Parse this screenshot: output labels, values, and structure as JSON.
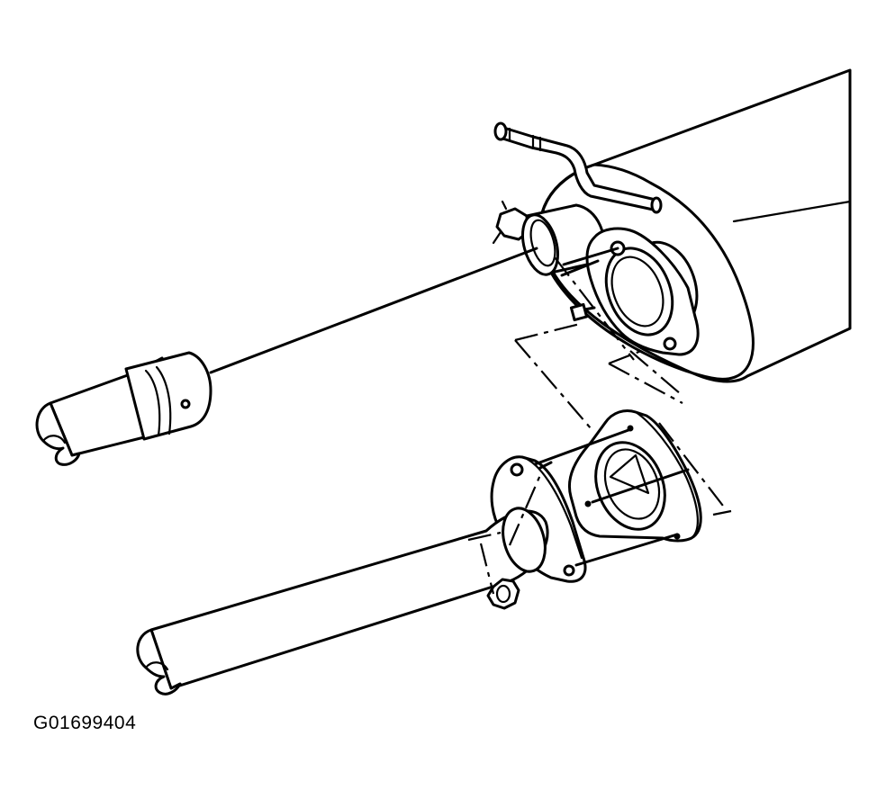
{
  "figure": {
    "code": "G01699404",
    "parts": [
      "muffler-assembly",
      "muffler-inlet-pipe",
      "oxygen-sensor-pipe",
      "hanger-clamp",
      "outlet-flange",
      "flange-gasket",
      "exhaust-pipe-flange",
      "exhaust-pipe",
      "tailpipe",
      "flange-nut",
      "flange-stud"
    ]
  }
}
